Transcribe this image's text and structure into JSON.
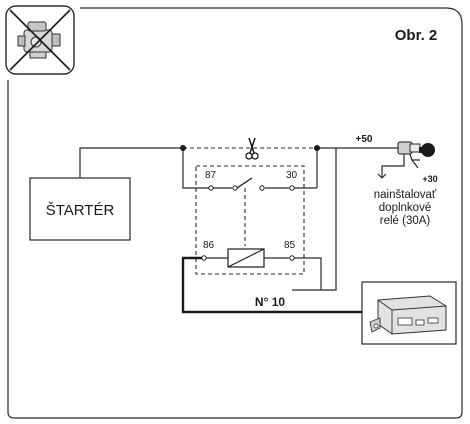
{
  "figure_label": "Obr. 2",
  "starter_label": "ŠTARTÉR",
  "relay": {
    "pin_87": "87",
    "pin_30": "30",
    "pin_86": "86",
    "pin_85": "85"
  },
  "plus50_label": "+50",
  "plus30_label": "+30",
  "install_note": [
    "nainštalovať",
    "doplnkové",
    "relé (30A)"
  ],
  "cable_label": "N° 10",
  "icons": {
    "engine": "no-engine-icon",
    "scissors": "scissors-icon",
    "key": "ignition-key-icon",
    "module": "control-module-icon"
  }
}
